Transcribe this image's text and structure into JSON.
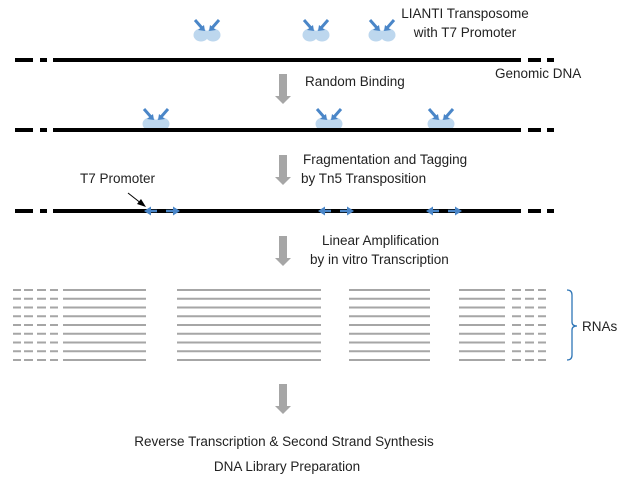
{
  "labels": {
    "transposome_line1": "LIANTI Transposome",
    "transposome_line2": "with T7 Promoter",
    "genomic_dna": "Genomic DNA",
    "step1": "Random Binding",
    "step2_line1": "Fragmentation and Tagging",
    "step2_line2": "by Tn5 Transposition",
    "t7_promoter": "T7 Promoter",
    "step3_line1": "Linear Amplification",
    "step3_line2": "by in vitro Transcription",
    "rnas": "RNAs",
    "final_line1": "Reverse Transcription & Second Strand Synthesis",
    "final_line2": "DNA Library Preparation"
  },
  "colors": {
    "dna": "#000000",
    "transposome_body": "#bdd7ee",
    "transposome_arrow": "#4a86c8",
    "promoter_arrow": "#4a86c8",
    "rna": "#a6a6a6",
    "step_arrow": "#a6a6a6",
    "brace": "#2e75b6"
  },
  "icons": {
    "transposome": "transposome-icon",
    "step_arrow": "down-arrow-icon",
    "promoter": "double-arrow-icon"
  }
}
